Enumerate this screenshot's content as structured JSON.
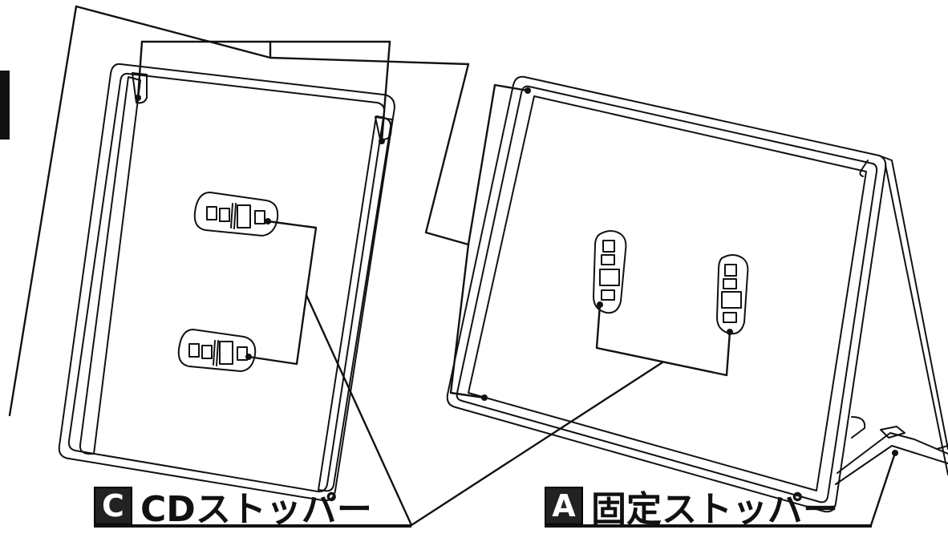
{
  "labels": {
    "c": {
      "badge": "C",
      "text": "CDストッパー"
    },
    "a": {
      "badge": "A",
      "text": "固定ストッパー"
    }
  },
  "colors": {
    "line": "#111111",
    "fill": "#ffffff"
  }
}
